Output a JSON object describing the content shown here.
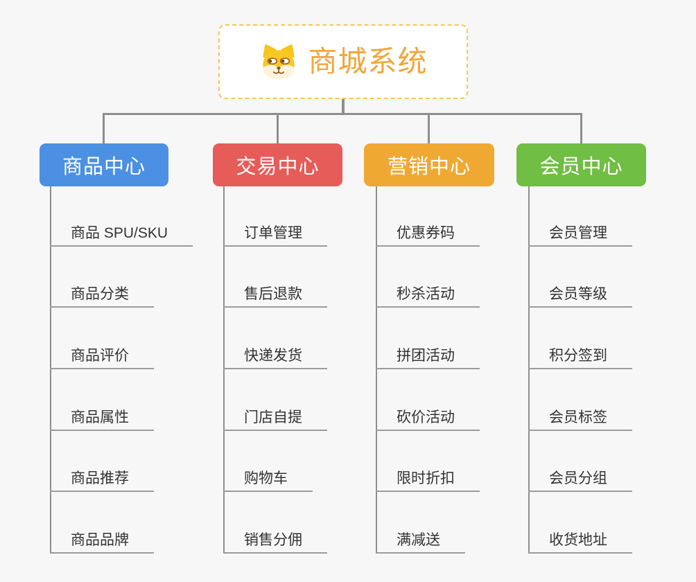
{
  "colors": {
    "background": "#F7F7F7",
    "connector": "#8E8E8E",
    "underline": "#9B9B9B",
    "root_text": "#F0A63C",
    "root_border": "#F6C65B"
  },
  "root": {
    "title": "商城系统",
    "icon": "dog-face-icon"
  },
  "branches": [
    {
      "label": "商品中心",
      "color": "#4B90E2",
      "items": [
        "商品 SPU/SKU",
        "商品分类",
        "商品评价",
        "商品属性",
        "商品推荐",
        "商品品牌"
      ]
    },
    {
      "label": "交易中心",
      "color": "#E65C59",
      "items": [
        "订单管理",
        "售后退款",
        "快递发货",
        "门店自提",
        "购物车",
        "销售分佣"
      ]
    },
    {
      "label": "营销中心",
      "color": "#EFA933",
      "items": [
        "优惠券码",
        "秒杀活动",
        "拼团活动",
        "砍价活动",
        "限时折扣",
        "满减送"
      ]
    },
    {
      "label": "会员中心",
      "color": "#70BE43",
      "items": [
        "会员管理",
        "会员等级",
        "积分签到",
        "会员标签",
        "会员分组",
        "收货地址"
      ]
    }
  ]
}
